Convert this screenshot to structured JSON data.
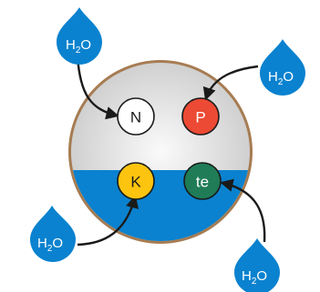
{
  "colors": {
    "water": "#0a82cf",
    "drop": "#0a82cf",
    "ring": "#a67c52",
    "nutrient_n": "#ffffff",
    "nutrient_p": "#ec4a34",
    "nutrient_k": "#fcc40f",
    "nutrient_te": "#1f7c57"
  },
  "water_drops": [
    {
      "label_main": "H",
      "label_sub": "2",
      "label_end": "O"
    },
    {
      "label_main": "H",
      "label_sub": "2",
      "label_end": "O"
    },
    {
      "label_main": "H",
      "label_sub": "2",
      "label_end": "O"
    },
    {
      "label_main": "H",
      "label_sub": "2",
      "label_end": "O"
    }
  ],
  "nutrients": [
    {
      "label": "N"
    },
    {
      "label": "P"
    },
    {
      "label": "K"
    },
    {
      "label": "te"
    }
  ]
}
